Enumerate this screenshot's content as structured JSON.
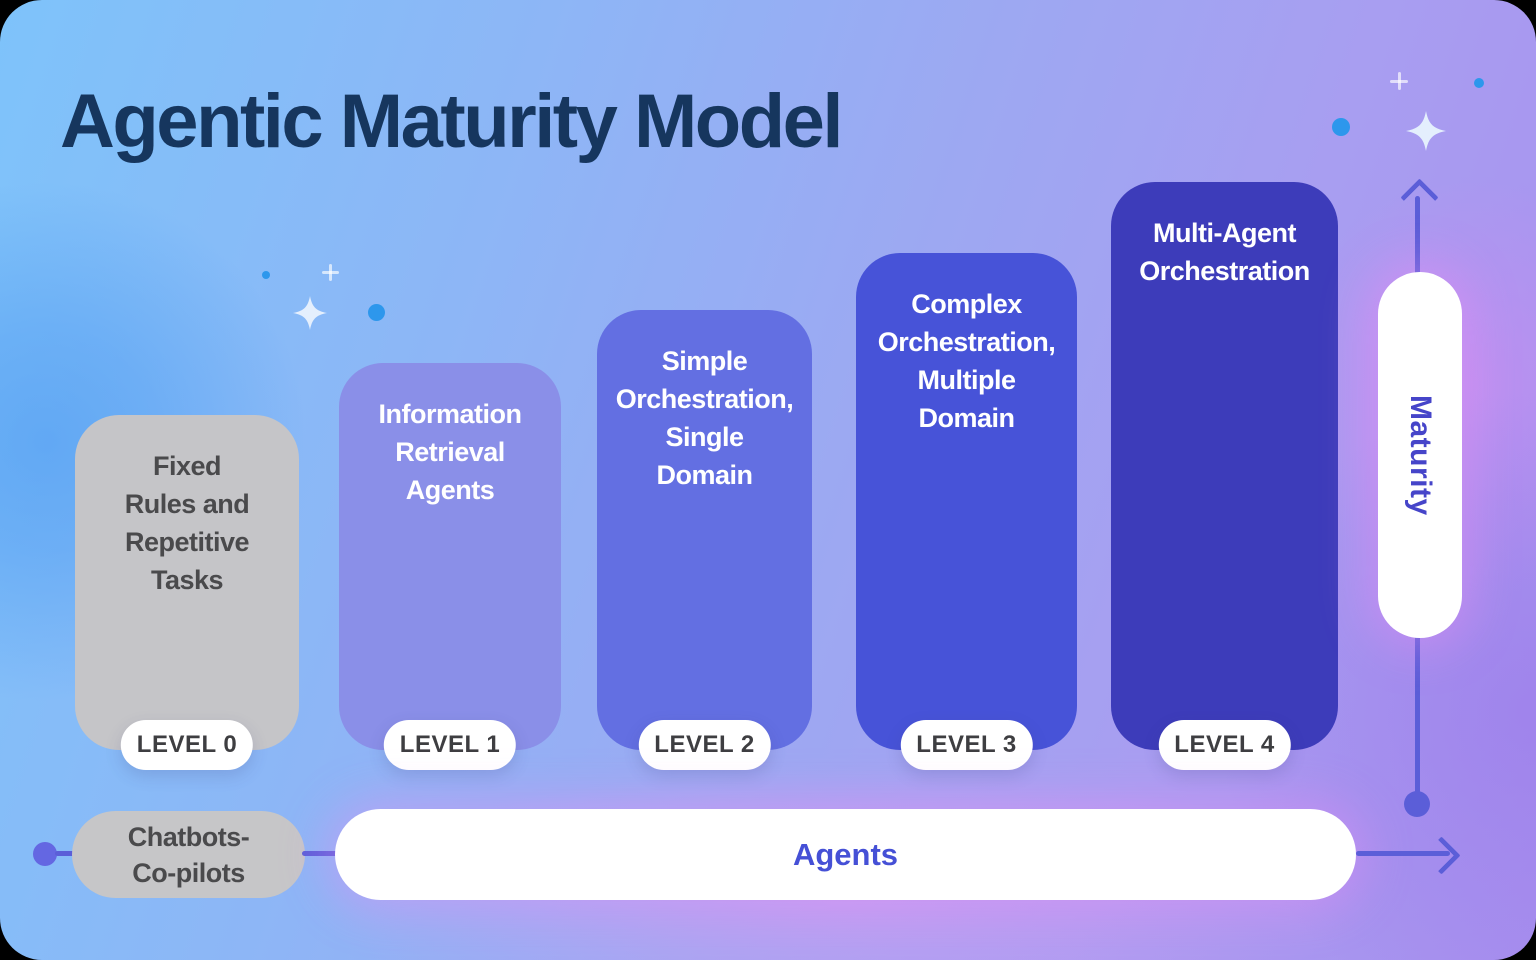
{
  "title": "Agentic Maturity Model",
  "bars": [
    {
      "level": "LEVEL 0",
      "label": "Fixed\nRules and\nRepetitive\nTasks",
      "color": "#c5c5c8",
      "text_color": "#4a4a4c"
    },
    {
      "level": "LEVEL 1",
      "label": "Information\nRetrieval\nAgents",
      "color": "#8a8fe8",
      "text_color": "#ffffff"
    },
    {
      "level": "LEVEL 2",
      "label": "Simple\nOrchestration,\nSingle\nDomain",
      "color": "#636fe2",
      "text_color": "#ffffff"
    },
    {
      "level": "LEVEL 3",
      "label": "Complex\nOrchestration,\nMultiple\nDomain",
      "color": "#4753d8",
      "text_color": "#ffffff"
    },
    {
      "level": "LEVEL 4",
      "label": "Multi-Agent\nOrchestration",
      "color": "#3d3cba",
      "text_color": "#ffffff"
    }
  ],
  "y_axis": {
    "label": "Maturity"
  },
  "x_axis": {
    "start_label": "Chatbots-\nCo-pilots",
    "label": "Agents"
  },
  "colors": {
    "title_text": "#16365e",
    "axis": "#5b5ed8",
    "accent_dots": "#2d97ec",
    "level_pill_text": "#3e3e41",
    "agents_text": "#4550d6",
    "maturity_text": "#4645c9",
    "pink_glow": "#e88cf4",
    "background_top_left": "#7ec3fa",
    "background_bottom_right": "#a78fee"
  }
}
